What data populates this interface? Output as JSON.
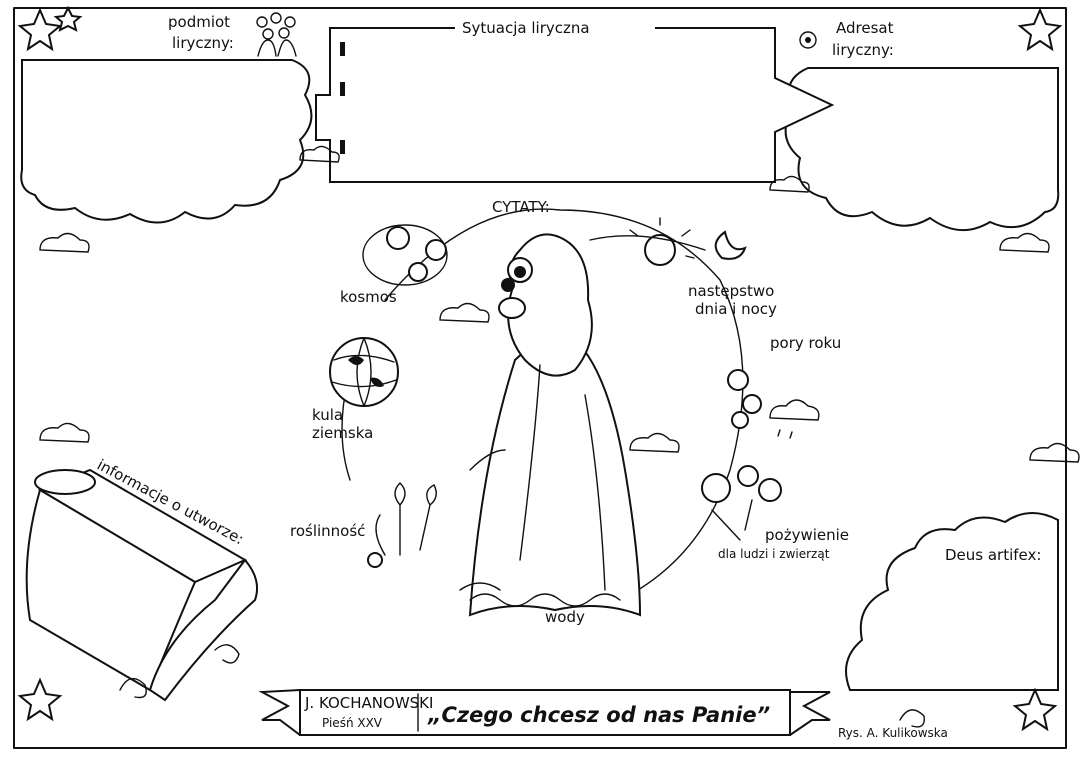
{
  "header": {
    "podmiot_line1": "podmiot",
    "podmiot_line2": "liryczny:",
    "sytuacja": "Sytuacja liryczna",
    "adresat_line1": "Adresat",
    "adresat_line2": "liryczny:"
  },
  "center": {
    "cytaty": "CYTATY:",
    "kosmos": "kosmos",
    "kula_line1": "kula",
    "kula_line2": "ziemska",
    "roslinnosc": "roślinność",
    "wody": "wody",
    "nastepstwo_line1": "następstwo",
    "nastepstwo_line2": "dnia i nocy",
    "pory_roku": "pory roku",
    "pozywienie_line1": "pożywienie",
    "pozywienie_line2": "dla ludzi i zwierząt"
  },
  "side": {
    "informacje": "informacje o utworze:",
    "deus": "Deus artifex:"
  },
  "footer": {
    "author": "J. KOCHANOWSKI",
    "piesn": "Pieśń XXV",
    "title": "„Czego chcesz od nas Panie”",
    "credit": "Rys. A. Kulikowska"
  }
}
